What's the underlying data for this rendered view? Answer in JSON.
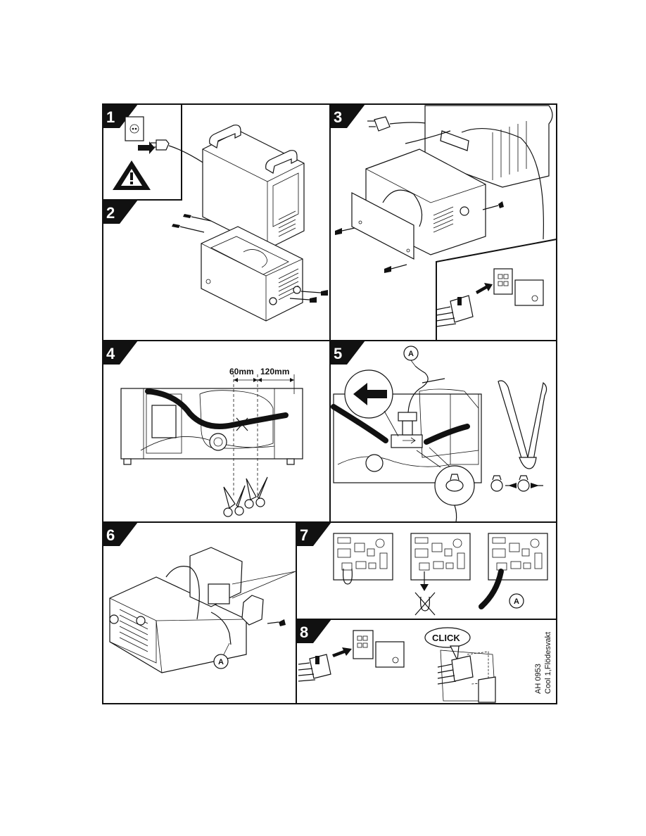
{
  "steps": [
    "1",
    "2",
    "3",
    "4",
    "5",
    "6",
    "7",
    "8"
  ],
  "dimensions": {
    "first": "60mm",
    "second": "120mm"
  },
  "callout_label": "A",
  "click_label": "CLICK",
  "doc_code": "AH 0953",
  "doc_name": "Cool 1,Flödesvakt"
}
